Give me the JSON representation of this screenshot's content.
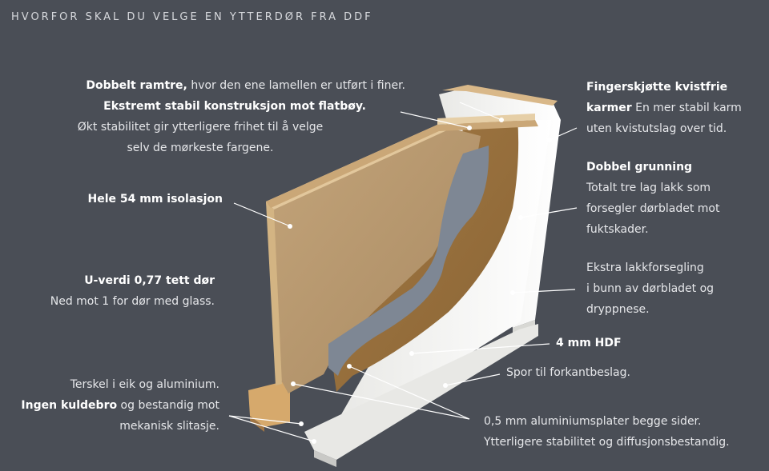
{
  "page_title": "HVORFOR SKAL DU VELGE EN YTTERDØR FRA DDF",
  "callouts": {
    "ramtre": {
      "bold1": "Dobbelt ramtre,",
      "text1": " hvor den ene lamellen er utført i finer.",
      "bold2": "Ekstremt stabil konstruksjon mot flatbøy.",
      "text2": "Økt stabilitet gir ytterligere frihet til å velge",
      "text3": "selv de mørkeste fargene."
    },
    "isolasjon": {
      "bold": "Hele 54 mm isolasjon"
    },
    "uverdi": {
      "bold": "U-verdi 0,77 tett dør",
      "text": "Ned mot 1 for dør med glass."
    },
    "terskel": {
      "text1": "Terskel i eik og aluminium.",
      "bold": "Ingen kuldebro",
      "text2": " og bestandig mot",
      "text3": "mekanisk slitasje."
    },
    "fingerskjotte": {
      "bold1": "Fingerskjøtte kvistfrie",
      "bold2": "karmer",
      "text1": " En mer stabil karm",
      "text2": "uten kvistutslag over tid."
    },
    "grunning": {
      "bold": "Dobbel grunning",
      "text1": "Totalt tre lag lakk som",
      "text2": "forsegler dørbladet mot",
      "text3": "fuktskader."
    },
    "lakk": {
      "text1": "Ekstra lakkforsegling",
      "text2": "i bunn av dørbladet og",
      "text3": "dryppnese."
    },
    "hdf": {
      "bold": "4 mm HDF"
    },
    "spor": {
      "text": "Spor til forkantbeslag."
    },
    "aluminium": {
      "text1": "0,5 mm aluminiumsplater begge sider.",
      "text2": "Ytterligere stabilitet og diffusjonsbestandig."
    }
  },
  "colors": {
    "background": "#4a4e56",
    "wood": "#c8a87a",
    "wood_dark": "#9c7444",
    "insulation": "#b59670",
    "aluminium_plate": "#7d8592",
    "paint_white": "#f1f1ef",
    "leader": "#ffffff"
  }
}
